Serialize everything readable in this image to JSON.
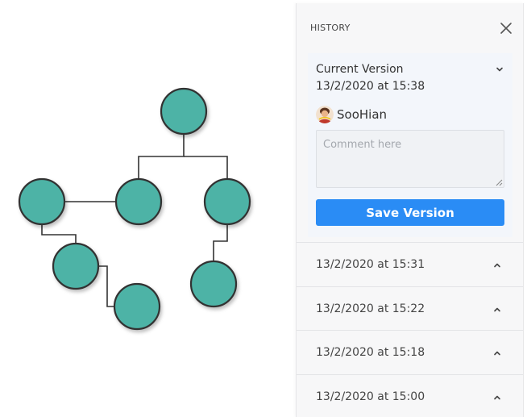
{
  "diagram": {
    "node_color": "#4db3a6",
    "stroke_color": "#333333",
    "nodes": [
      {
        "id": "top"
      },
      {
        "id": "mid-center"
      },
      {
        "id": "left"
      },
      {
        "id": "right"
      },
      {
        "id": "left-lower"
      },
      {
        "id": "left-bottom"
      },
      {
        "id": "right-lower"
      }
    ],
    "edges": [
      [
        "top",
        "mid-center"
      ],
      [
        "top",
        "right"
      ],
      [
        "left",
        "mid-center"
      ],
      [
        "left",
        "left-lower"
      ],
      [
        "left-lower",
        "left-bottom"
      ],
      [
        "right",
        "right-lower"
      ]
    ]
  },
  "history": {
    "title": "HISTORY",
    "close_icon": "close-icon",
    "current": {
      "title": "Current Version",
      "date": "13/2/2020 at 15:38",
      "user": "SooHian",
      "comment_placeholder": "Comment here",
      "comment_value": "",
      "save_label": "Save Version",
      "accent": "#2a8cf5"
    },
    "versions": [
      {
        "date": "13/2/2020 at 15:31"
      },
      {
        "date": "13/2/2020 at 15:22"
      },
      {
        "date": "13/2/2020 at 15:18"
      },
      {
        "date": "13/2/2020 at 15:00"
      }
    ]
  }
}
